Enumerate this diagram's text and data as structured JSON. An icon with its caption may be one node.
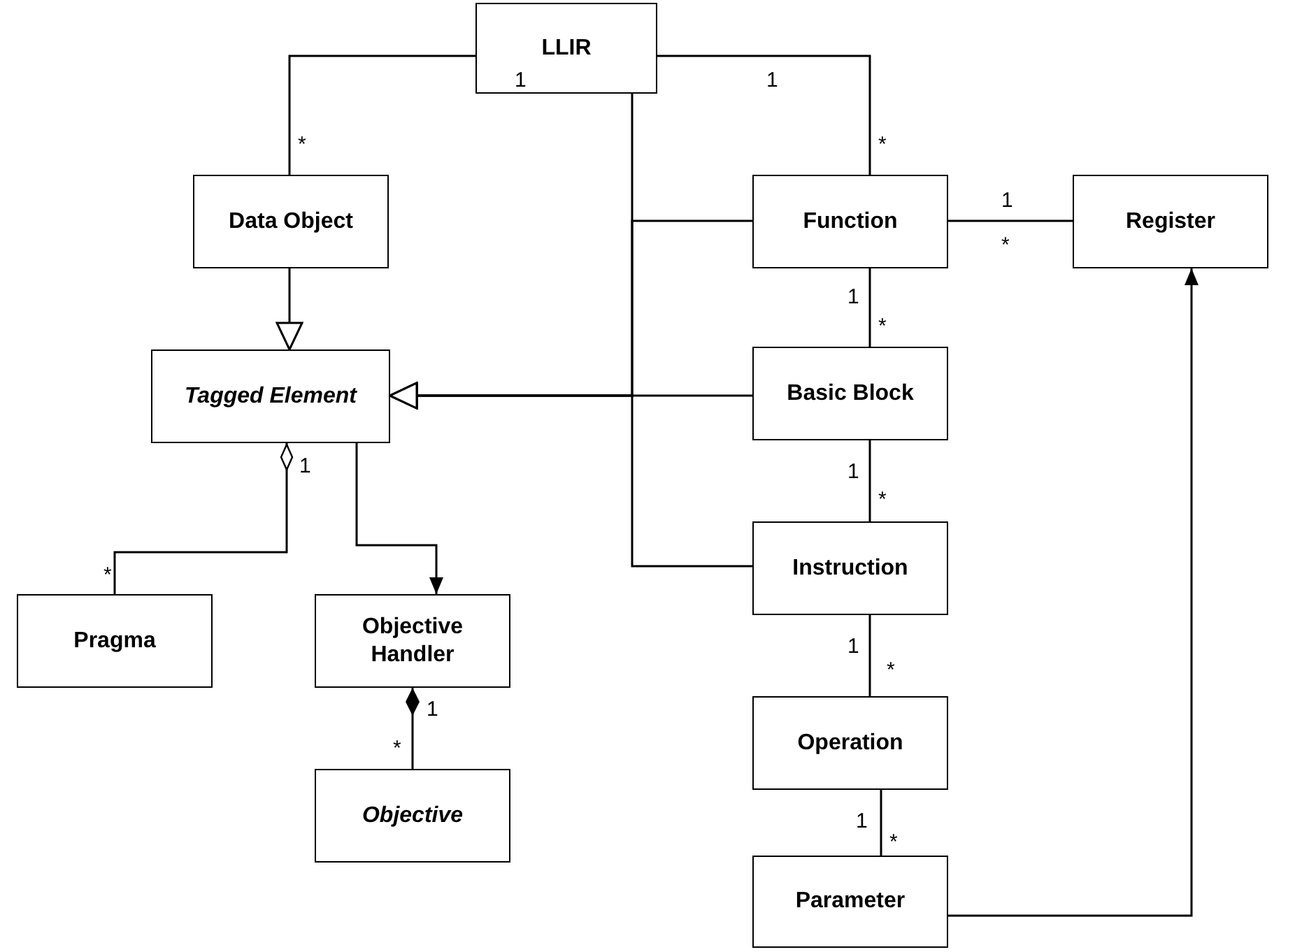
{
  "diagram": {
    "nodes": [
      {
        "text": [
          "LLIR"
        ]
      },
      {
        "text": [
          "Data Object"
        ]
      },
      {
        "text": [
          "Function"
        ]
      },
      {
        "text": [
          "Register"
        ]
      },
      {
        "text": [
          "Tagged Element"
        ]
      },
      {
        "text": [
          "Basic Block"
        ]
      },
      {
        "text": [
          "Pragma"
        ]
      },
      {
        "text": [
          "Objective Handler"
        ]
      },
      {
        "text": [
          "Instruction"
        ]
      },
      {
        "text": [
          "Operation"
        ]
      },
      {
        "text": [
          "Objective"
        ]
      },
      {
        "text": [
          "Parameter"
        ]
      }
    ],
    "edges": [
      {
        "from": 0,
        "to": 1,
        "arrow": "none"
      },
      {
        "from": 0,
        "to": 2,
        "arrow": "none"
      },
      {
        "from": 2,
        "to": 3,
        "arrow": "none"
      },
      {
        "from": 2,
        "to": 5,
        "arrow": "none"
      },
      {
        "from": 5,
        "to": 8,
        "arrow": "none"
      },
      {
        "from": 8,
        "to": 9,
        "arrow": "none"
      },
      {
        "from": 9,
        "to": 11,
        "arrow": "none"
      },
      {
        "from": 11,
        "to": 3,
        "arrow": "to"
      },
      {
        "from": 1,
        "to": 4,
        "arrow": "to"
      },
      {
        "from": 0,
        "to": 4,
        "arrow": "to"
      },
      {
        "from": 2,
        "to": 4,
        "arrow": "to"
      },
      {
        "from": 5,
        "to": 4,
        "arrow": "to"
      },
      {
        "from": 8,
        "to": 4,
        "arrow": "to"
      },
      {
        "from": 4,
        "to": 6,
        "arrow": "other"
      },
      {
        "from": 4,
        "to": 7,
        "arrow": "to"
      },
      {
        "from": 7,
        "to": 10,
        "arrow": "other"
      }
    ],
    "labels": [
      "1",
      "1",
      "*",
      "*",
      "1",
      "*",
      "1",
      "*",
      "1",
      "1",
      "*",
      "*",
      "1",
      "*",
      "1",
      "*",
      "1",
      "*"
    ]
  }
}
